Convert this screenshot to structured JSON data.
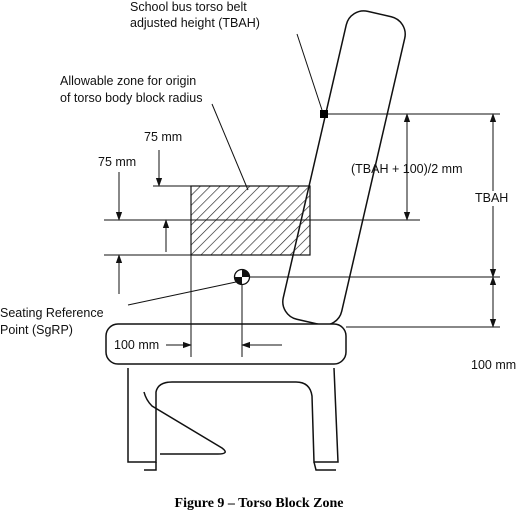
{
  "labels": {
    "tbah_belt_line1": "School bus torso belt",
    "tbah_belt_line2": "adjusted height (TBAH)",
    "zone_line1": "Allowable zone for origin",
    "zone_line2": "of torso body block radius",
    "dim_75_top": "75 mm",
    "dim_75_left": "75 mm",
    "dim_half": "(TBAH + 100)/2 mm",
    "dim_tbah": "TBAH",
    "sgrp_line1": "Seating Reference",
    "sgrp_line2": "Point (SgRP)",
    "dim_100_horizontal": "100 mm",
    "dim_100_vertical": "100 mm"
  },
  "caption": "Figure 9 – Torso Block Zone"
}
